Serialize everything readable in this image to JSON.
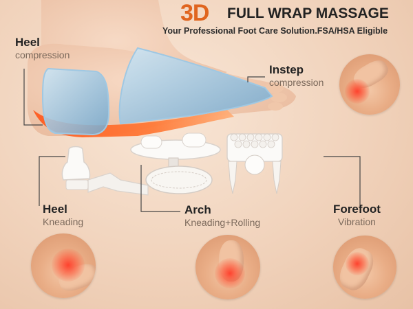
{
  "header": {
    "title_3d": "3D",
    "title_rest": "FULL WRAP MASSAGE",
    "subtitle": "Your Professional Foot Care Solution.FSA/HSA Eligible"
  },
  "labels": {
    "heel_compression": {
      "title": "Heel",
      "sub": "compression"
    },
    "instep_compression": {
      "title": "Instep",
      "sub": "compression"
    },
    "heel_kneading": {
      "title": "Heel",
      "sub": "Kneading"
    },
    "arch": {
      "title": "Arch",
      "sub": "Kneading+Rolling"
    },
    "forefoot": {
      "title": "Forefoot",
      "sub": "Vibration"
    }
  },
  "colors": {
    "accent": "#e0651f",
    "airbag_blue": "#7fb6d8",
    "heat_orange": "#ff6a2a",
    "background": "#f1d3bc"
  }
}
